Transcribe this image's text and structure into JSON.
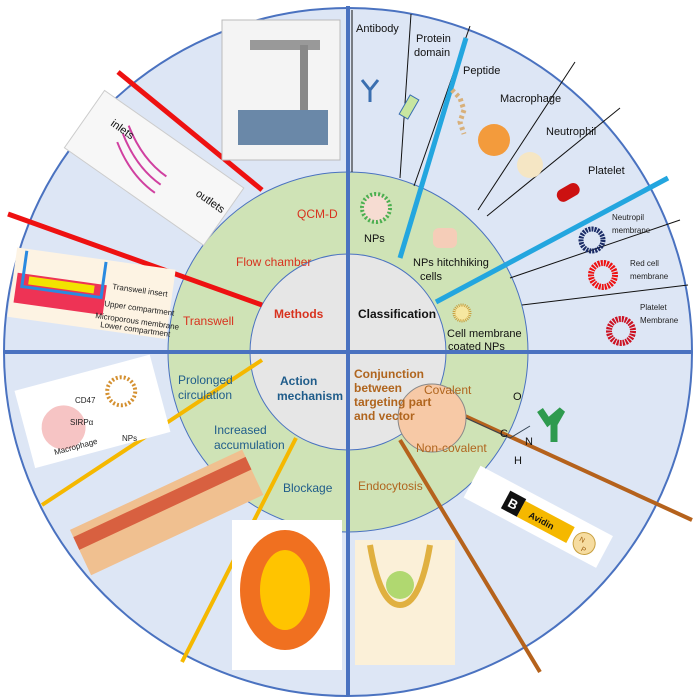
{
  "colors": {
    "outer_ring": "#dde6f5",
    "green_ring": "#cfe3b6",
    "center": "#e6e6e6",
    "divider": "#4a72c0",
    "methods": "#ee1111",
    "classification": "#23a6df",
    "action": "#f5b800",
    "conjunction": "#b5621c"
  },
  "methods": {
    "title": "Methods",
    "items": [
      "QCM-D",
      "Flow chamber",
      "Transwell"
    ],
    "flow_chamber_labels": {
      "inlets": "inlets",
      "outlets": "outlets"
    },
    "transwell_labels": [
      "Transwell insert",
      "Upper compartment",
      "Microporous membrane",
      "Lower compartment"
    ]
  },
  "classification": {
    "title": "Classification",
    "inner": {
      "nps": "NPs",
      "hitchhiking_1": "NPs hitchhiking",
      "hitchhiking_2": "cells",
      "coated_1": "Cell membrane",
      "coated_2": "coated NPs"
    },
    "outer": {
      "antibody": "Antibody",
      "protein_1": "Protein",
      "protein_2": "domain",
      "peptide": "Peptide",
      "macrophage": "Macrophage",
      "neutrophil": "Neutrophil",
      "platelet": "Platelet",
      "neut_mem_1": "Neutropil",
      "neut_mem_2": "membrane",
      "red_mem_1": "Red cell",
      "red_mem_2": "membrane",
      "plat_mem_1": "Platelet",
      "plat_mem_2": "Membrane"
    }
  },
  "action": {
    "title_1": "Action",
    "title_2": "mechanism",
    "prolonged_1": "Prolonged",
    "prolonged_2": "circulation",
    "increased_1": "Increased",
    "increased_2": "accumulation",
    "blockage": "Blockage",
    "cd47_labels": {
      "cd47": "CD47",
      "sirpa": "SIRPα",
      "nps": "NPs",
      "macrophage": "Macrophage"
    }
  },
  "conjunction": {
    "title_1": "Conjunction",
    "title_2": "between",
    "title_3": "targeting part",
    "title_4": "and vector",
    "covalent": "Covalent",
    "noncovalent": "Non-covalent",
    "endocytosis": "Endocytosis",
    "amide": {
      "o": "O",
      "c": "C",
      "n": "N",
      "h": "H"
    },
    "avidin": {
      "b": "B",
      "avidin": "Avidin",
      "n": "N",
      "p": "P"
    }
  }
}
